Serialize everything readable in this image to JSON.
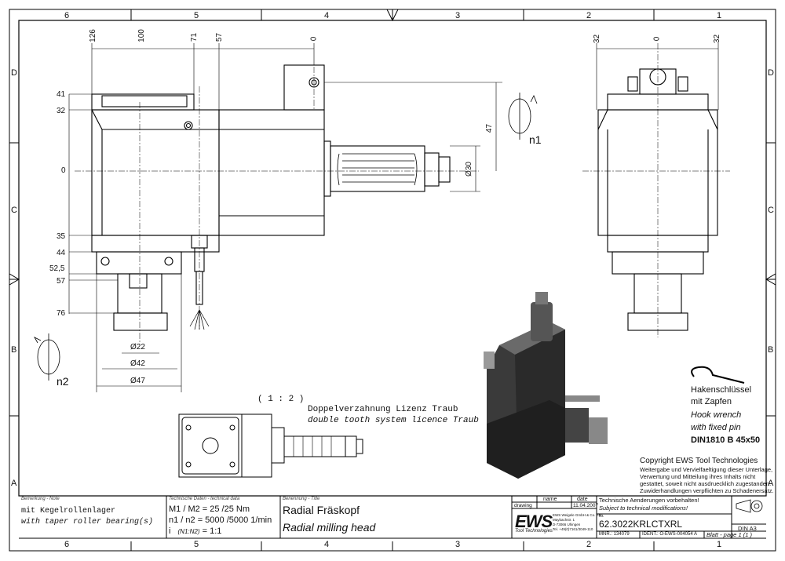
{
  "frame": {
    "col_labels": [
      "6",
      "5",
      "4",
      "3",
      "2",
      "1"
    ],
    "row_labels": [
      "D",
      "C",
      "B",
      "A"
    ]
  },
  "dims_top": [
    "126",
    "100",
    "71",
    "57",
    "0"
  ],
  "dims_top_right": [
    "32",
    "0",
    "32"
  ],
  "dims_left": [
    "41",
    "32",
    "0",
    "35",
    "44",
    "52,5",
    "57",
    "76"
  ],
  "dims_dia": [
    "Ø22",
    "Ø42",
    "Ø47",
    "Ø30"
  ],
  "dim_47": "47",
  "rotation": {
    "n1": "n1",
    "n2": "n2"
  },
  "detail": {
    "scale": "( 1 : 2 )",
    "line1": "Doppelverzahnung Lizenz Traub",
    "line2": "double tooth system licence Traub"
  },
  "wrench": {
    "de1": "Hakenschlüssel",
    "de2": "mit Zapfen",
    "en1": "Hook wrench",
    "en2": "with fixed pin",
    "norm": "DIN1810 B  45x50"
  },
  "copyright": {
    "title": "Copyright EWS Tool Technologies",
    "l1": "Weitergabe und Vervielfaeltigung dieser Unterlage,",
    "l2": "Verwertung und Mitteilung ihres Inhalts nicht",
    "l3": "gestattet, soweit nicht ausdruecklich zugestanden.",
    "l4": "Zuwiderhandlungen verpflichten zu Schadenersatz."
  },
  "titleblock": {
    "remark_hdr": "Bemerkung - Note",
    "remark_de": "mit Kegelrollenlager",
    "remark_en": "with taper roller bearing(s)",
    "tech_hdr": "Technische Daten - technical data",
    "torque": "M1 / M2 = 25  /25  Nm",
    "speed": "n1 / n2 = 5000 /5000   1/min",
    "ratio_i": "i",
    "ratio_sub": "(N1:N2)",
    "ratio_val": "= 1:1",
    "name_hdr": "Benennung - Title",
    "name_de": "Radial Fräskopf",
    "name_en": "Radial milling head",
    "col_name": "name",
    "col_date": "date",
    "row_drawing": "drawing",
    "date": "11.04.2007",
    "logo": "EWS",
    "logo_sub": "Tool Technologies",
    "company_l1": "EWS Weigele GmbH & Co. KG",
    "company_l2": "Maybachstr. 1",
    "company_l3": "D-73066 Uhingen",
    "company_l4": "Tel. +49(0)7161/3049-110",
    "changes_de": "Technische Aenderungen vorbehalten!",
    "changes_en": "Subject to technical modifications!",
    "nr_label": "Nr.",
    "part_no": "62.3022KRLCTXRL",
    "mnr": "MNR.: 134079",
    "ident": "IDENT.: O-EWS-004054  A",
    "sheet": "Blatt - page  1 (1 )",
    "format": "DIN A3"
  }
}
